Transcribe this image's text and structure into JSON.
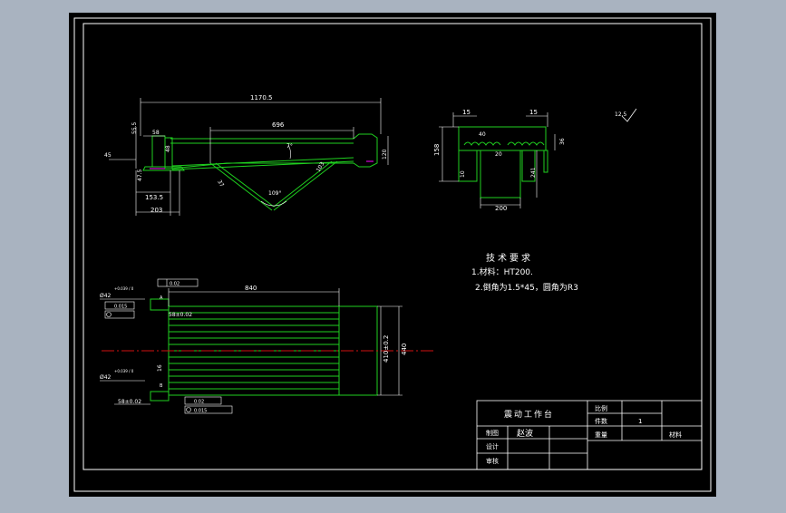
{
  "colors": {
    "background": "#a9b3c0",
    "sheet": "#000000",
    "frame": "#ffffff",
    "geometry": "#1fd01f",
    "dimension": "#ffffff",
    "centerline": "#d01010",
    "highlight": "#ff00ff"
  },
  "icons": [
    "surface-roughness-icon",
    "flatness-tolerance-icon",
    "circularity-tolerance-icon"
  ],
  "front_view": {
    "dim_overall_length": "1170.5",
    "dim_inner_length": "696",
    "dim_55_5": "55.5",
    "dim_58": "58",
    "dim_48": "48",
    "dim_45": "45",
    "dim_47_5": "47.5",
    "dim_120": "120",
    "dim_153_5": "153.5",
    "dim_203": "203",
    "dim_angle_109": "109°",
    "dim_angle_7": "7°",
    "dim_angle_103": "103",
    "dim_angle_37": "37"
  },
  "side_view": {
    "dim_15_left": "15",
    "dim_15_right": "15",
    "dim_40": "40",
    "dim_158": "158",
    "dim_20": "20",
    "dim_10": "10",
    "dim_241": "241",
    "dim_36": "36",
    "dim_200": "200",
    "roughness_label": "12.5"
  },
  "tech_requirements": {
    "title": "技术要求",
    "item1": "1.材料：HT200.",
    "item2": "2.倒角为1.5*45，圆角为R3"
  },
  "plan_view": {
    "dim_840": "840",
    "dim_vertical_1": "410±0.2",
    "dim_vertical_2": "440",
    "dim_58_top": "58±0.02",
    "dim_58_bottom": "58±0.02",
    "dim_16": "16",
    "dia_top": "Ø42",
    "dia_bottom": "Ø42",
    "tol_top": "+0.039 / 0",
    "tol_bottom": "+0.039 / 0",
    "ref_a": "A",
    "ref_b": "B",
    "tol_frame_top_1": "0.02",
    "tol_frame_top_2": "0.015",
    "tol_frame_bottom_1": "0.02",
    "tol_frame_bottom_2": "0.015"
  },
  "title_block": {
    "title": "震动工作台",
    "scale_label": "比例",
    "qty_label": "件数",
    "qty_value": "1",
    "weight_label": "重量",
    "material_label": "材料",
    "drawn_label": "制图",
    "drawn_value": "赵波",
    "design_label": "设计",
    "check_label": "审核"
  }
}
